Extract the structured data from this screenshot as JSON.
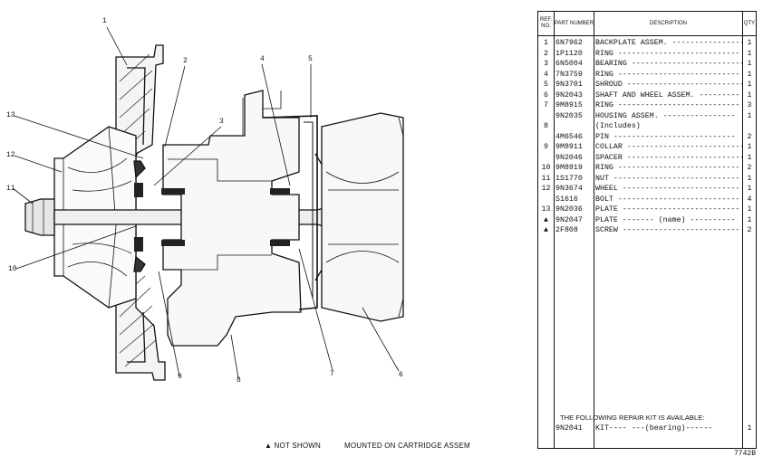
{
  "diagram": {
    "callouts": [
      "1",
      "2",
      "3",
      "4",
      "5",
      "6",
      "7",
      "8",
      "9",
      "10",
      "11",
      "12",
      "13"
    ]
  },
  "footnotes": {
    "not_shown": "▲ NOT SHOWN",
    "mounted": "MOUNTED ON CARTRIDGE ASSEM"
  },
  "table": {
    "headers": {
      "ref": "REF. NO.",
      "part": "PART NUMBER",
      "desc": "DESCRIPTION",
      "qty": "QTY"
    },
    "rows": [
      {
        "ref": "1",
        "pn": "6N7962",
        "desc": "BACKPLATE ASSEM. ----------------",
        "qty": "1"
      },
      {
        "ref": "2",
        "pn": "1P1120",
        "desc": "RING ---------------------------",
        "qty": "1"
      },
      {
        "ref": "3",
        "pn": "6N5004",
        "desc": "BEARING -------------------------",
        "qty": "1"
      },
      {
        "ref": "4",
        "pn": "7N3759",
        "desc": "RING ---------------------------",
        "qty": "1"
      },
      {
        "ref": "5",
        "pn": "9N3701",
        "desc": "SHROUD --------------------------",
        "qty": "1"
      },
      {
        "ref": "6",
        "pn": "9N2043",
        "desc": "SHAFT AND WHEEL ASSEM. ---------",
        "qty": "1"
      },
      {
        "ref": "7",
        "pn": "9M8915",
        "desc": "RING ---------------------------",
        "qty": "3"
      },
      {
        "ref": "",
        "pn": "9N2035",
        "desc": "HOUSING ASSEM. ----------------",
        "qty": "1"
      },
      {
        "ref": "8",
        "pn": "",
        "desc": "(Includes)",
        "qty": ""
      },
      {
        "ref": "",
        "pn": "4M6546",
        "desc": "PIN ---------------------------",
        "qty": "2"
      },
      {
        "ref": "9",
        "pn": "9M8911",
        "desc": "COLLAR --------------------------",
        "qty": "1"
      },
      {
        "ref": "",
        "pn": "9N2046",
        "desc": "SPACER --------------------------",
        "qty": "1"
      },
      {
        "ref": "10",
        "pn": "9M8919",
        "desc": "RING ---------------------------",
        "qty": "2"
      },
      {
        "ref": "11",
        "pn": "1S1770",
        "desc": "NUT ----------------------------",
        "qty": "1"
      },
      {
        "ref": "12",
        "pn": "9N3674",
        "desc": "WHEEL --------------------------",
        "qty": "1"
      },
      {
        "ref": "",
        "pn": "S1616",
        "desc": "BOLT ---------------------------",
        "qty": "4"
      },
      {
        "ref": "13",
        "pn": "9N2036",
        "desc": "PLATE --------------------------",
        "qty": "1"
      },
      {
        "ref": "▲",
        "pn": "9N2047",
        "desc": "PLATE ------- (name) ----------",
        "qty": "1"
      },
      {
        "ref": "▲",
        "pn": "2F808",
        "desc": "SCREW --------------------------",
        "qty": "2"
      }
    ],
    "kit_note": "THE FOLLOWING REPAIR KIT IS AVAILABLE:",
    "kit": {
      "pn": "9N2041",
      "desc": "KIT---- ---(bearing)------",
      "qty": "1"
    },
    "drawing_number": "7742B"
  }
}
